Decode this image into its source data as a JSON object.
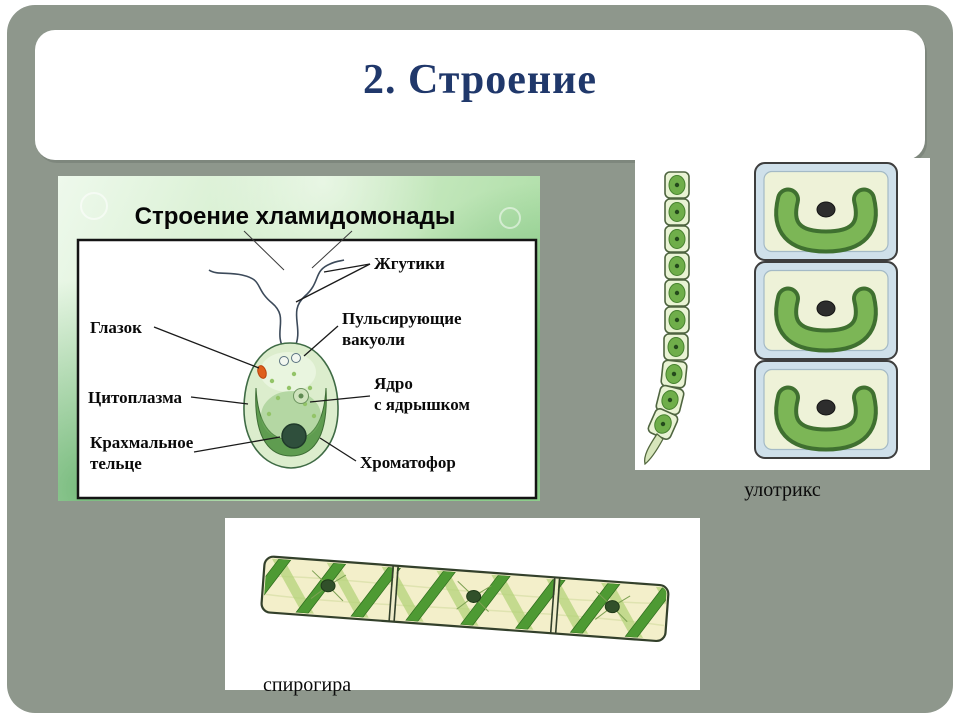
{
  "slide": {
    "title": "2. Строение",
    "background_color": "#8e978c",
    "title_color": "#20386b"
  },
  "chlamydomonas": {
    "title": "Строение хламидомонады",
    "labels": {
      "flagella": "Жгутики",
      "vacuoles_line1": "Пульсирующие",
      "vacuoles_line2": "вакуоли",
      "nucleus_line1": "Ядро",
      "nucleus_line2": "с ядрышком",
      "chromatophore": "Хроматофор",
      "eyespot": "Глазок",
      "cytoplasm": "Цитоплазма",
      "starch_line1": "Крахмальное",
      "starch_line2": "тельце"
    }
  },
  "captions": {
    "ulothrix": "улотрикс",
    "spirogyra": "спирогира"
  }
}
